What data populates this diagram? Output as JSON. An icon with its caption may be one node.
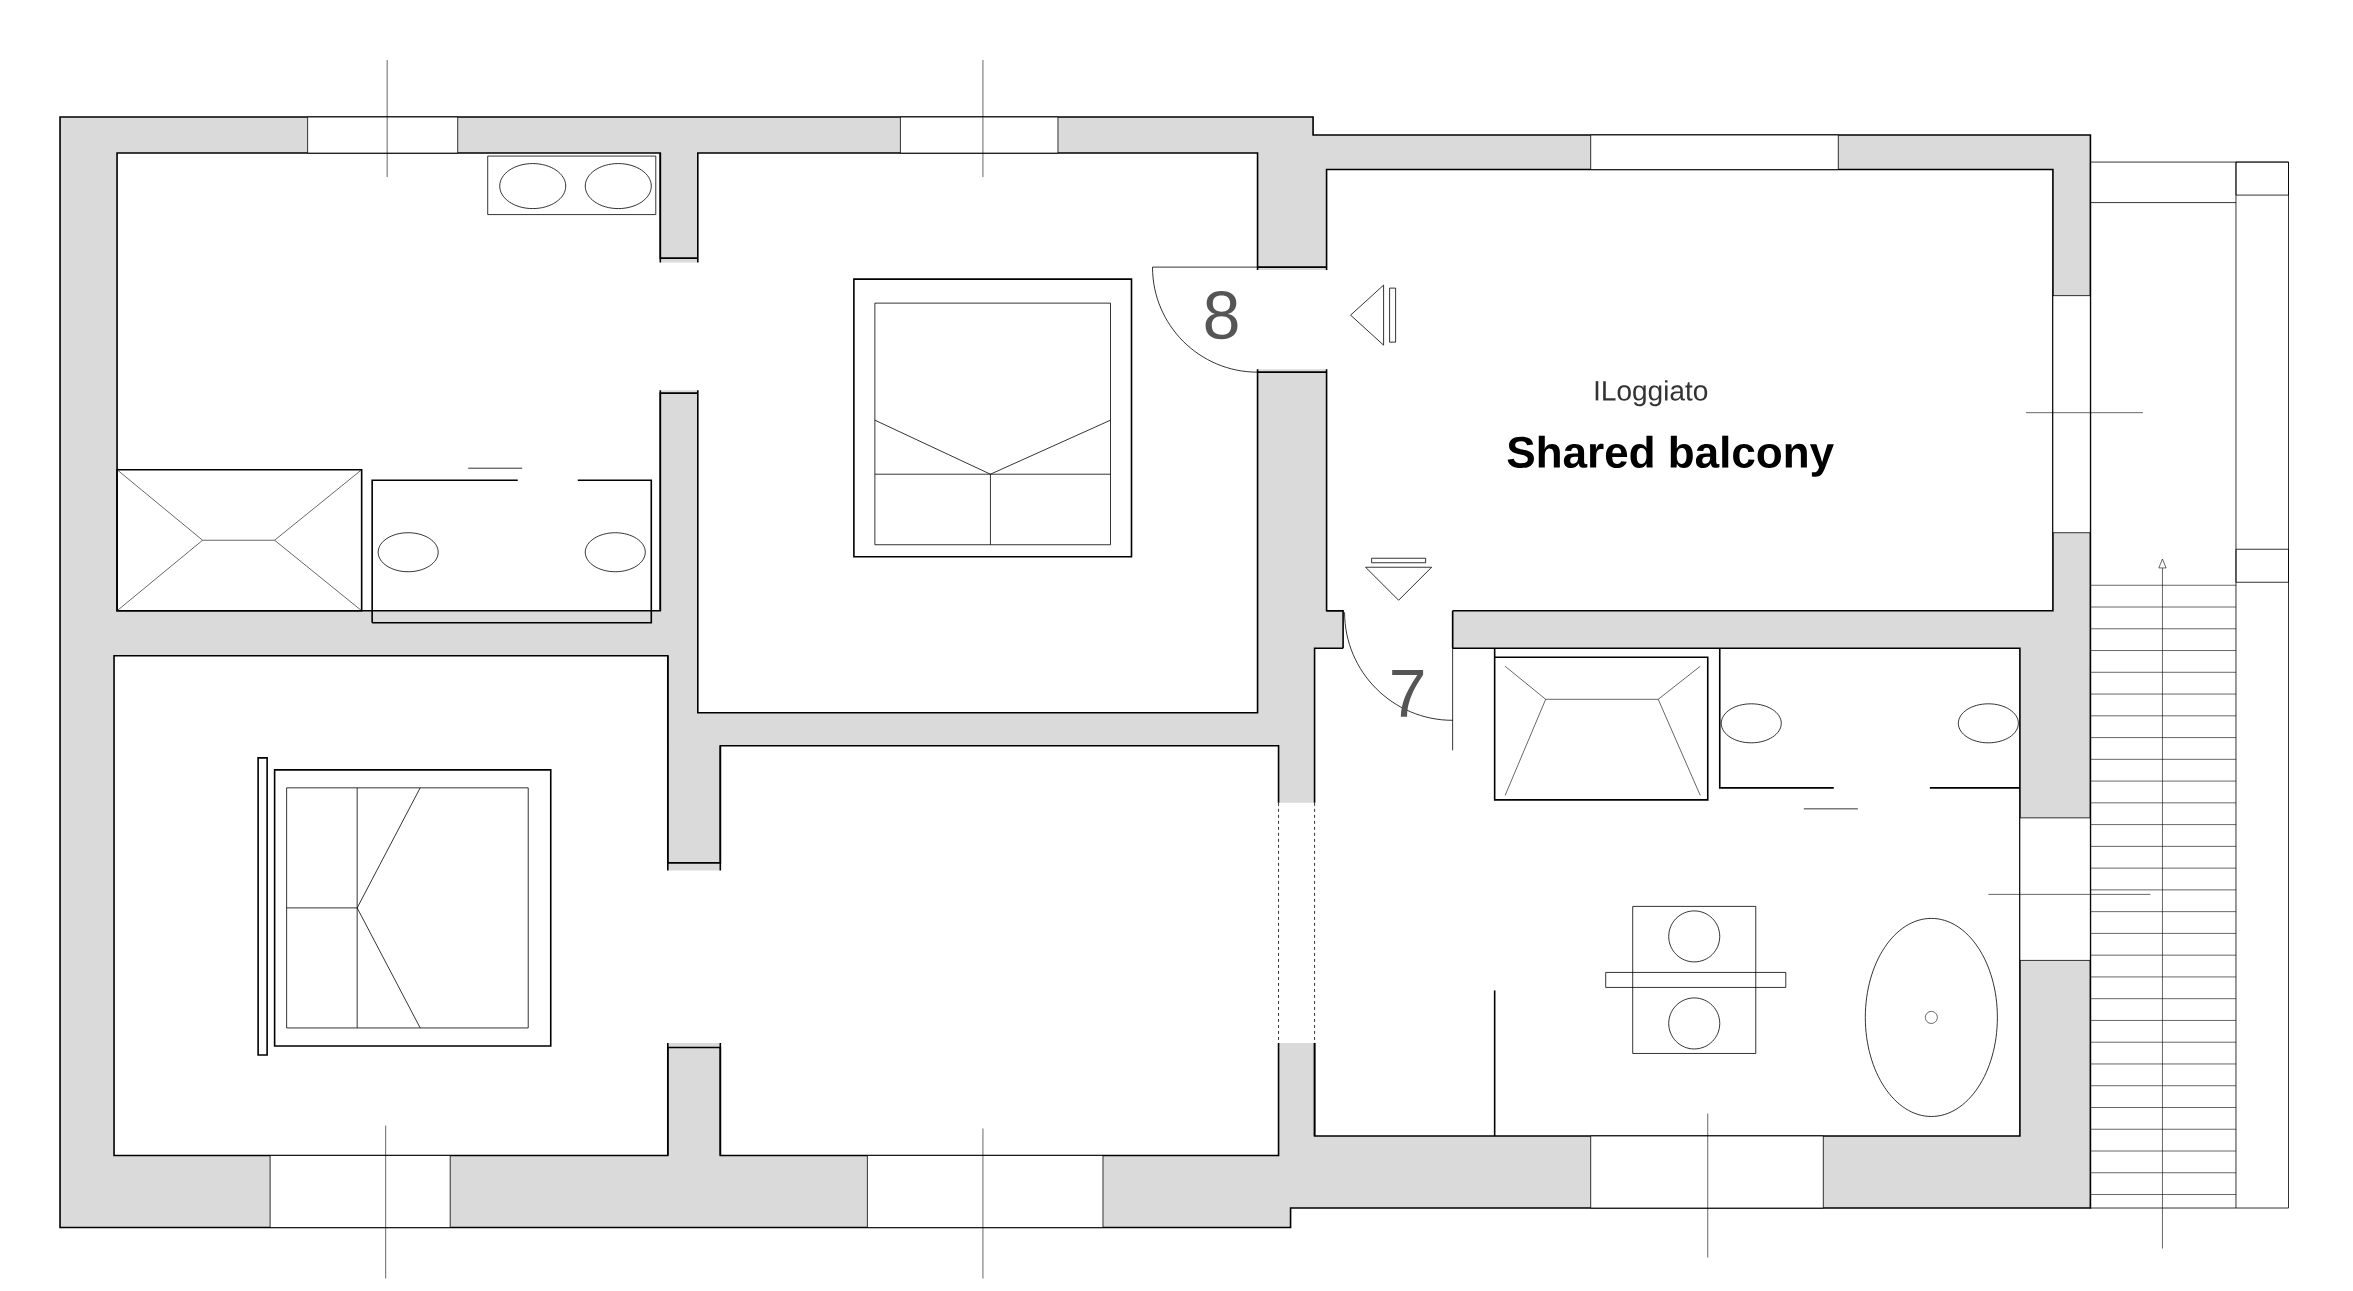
{
  "diagram": {
    "labels": [
      "8",
      "ILoggiato",
      "Shared balcony",
      "7"
    ]
  }
}
